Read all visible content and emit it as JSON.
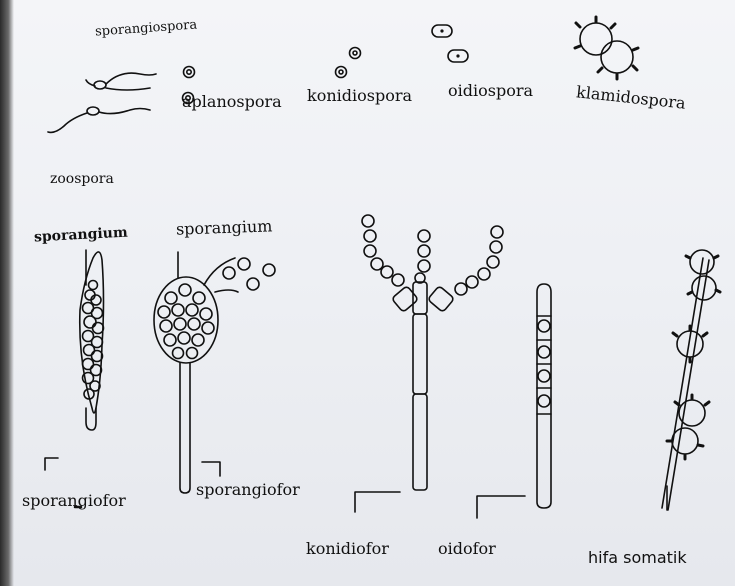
{
  "spore_labels": {
    "sporangiospora": "sporangiospora",
    "aplanospora": "aplanospora",
    "konidiospora": "konidiospora",
    "oidiospora": "oidiospora",
    "klamidospora": "klamidospora",
    "zoospora": "zoospora"
  },
  "structure_labels": {
    "sporangium_1": "sporangium",
    "sporangium_2": "sporangium",
    "sporangiofor_1": "sporangiofor",
    "sporangiofor_2": "sporangiofor",
    "konidiofor": "konidiofor",
    "oidofor": "oidofor",
    "hifa_somatik": "hifa somatik"
  },
  "colors": {
    "ink": "#111111",
    "paper": "#f2f3f6"
  }
}
